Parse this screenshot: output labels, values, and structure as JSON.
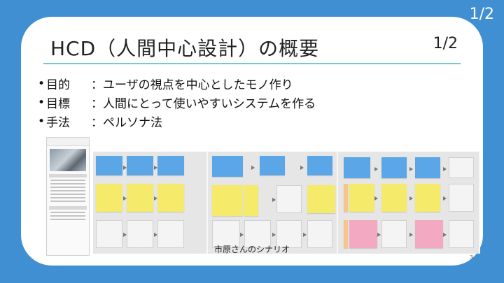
{
  "corner_page": "1/2",
  "slide": {
    "title": "HCD（人間中心設計）の概要",
    "page_indicator": "1/2",
    "bullets": [
      {
        "term": "目的",
        "desc": "：ユーザの視点を中心としたモノ作り"
      },
      {
        "term": "目標",
        "desc": "：人間にとって使いやすいシステムを作る"
      },
      {
        "term": "手法",
        "desc": "：ペルソナ法"
      }
    ],
    "caption": "市原さんのシナリオ",
    "slide_number": "3"
  },
  "colors": {
    "background": "#3f8fd2",
    "card": "#ffffff",
    "title_rule": "#79c7d6",
    "note_blue": "#5aa6e6",
    "note_yellow": "#f6ea6a",
    "note_pink": "#f4a9c2",
    "note_orange": "#f7c48a"
  }
}
